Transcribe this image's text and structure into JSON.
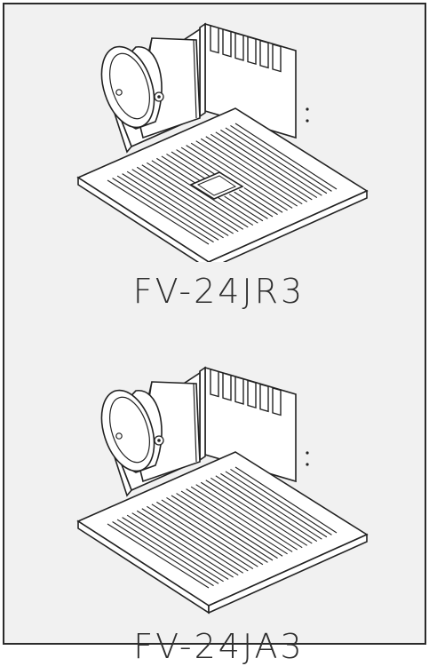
{
  "products": [
    {
      "model": "FV-24JR3",
      "variant": "with-center-sensor",
      "icon": "ceiling-ventilation-fan-icon"
    },
    {
      "model": "FV-24JA3",
      "variant": "plain-grille",
      "icon": "ceiling-ventilation-fan-icon"
    }
  ],
  "colors": {
    "background": "#f1f1f1",
    "border": "#2b2b2b",
    "line": "#222222",
    "fill": "#ffffff"
  }
}
